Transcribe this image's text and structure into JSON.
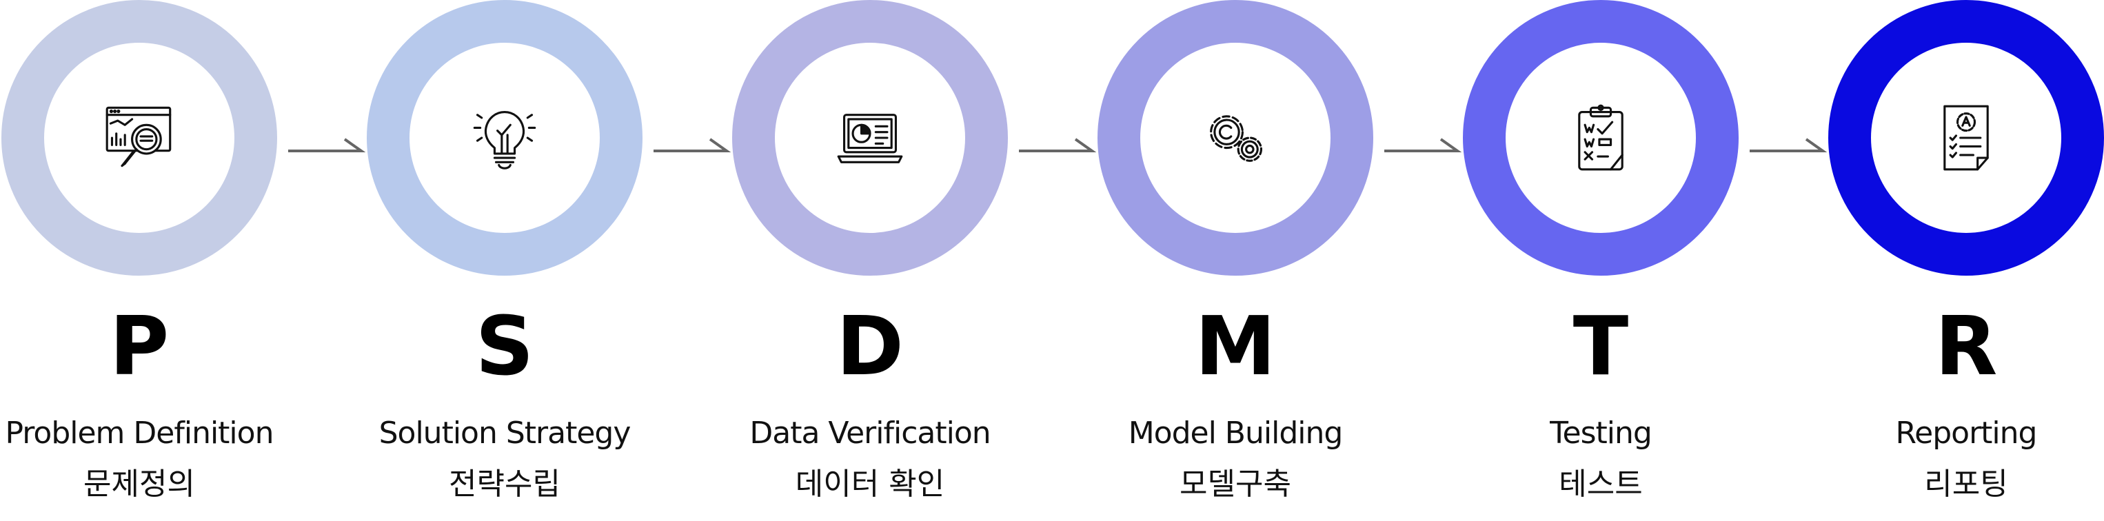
{
  "steps": [
    {
      "letter": "P",
      "name_en": "Problem Definition",
      "name_ko": "문제정의",
      "icon": "magnifier-analytics-icon",
      "color": "#c5cde6"
    },
    {
      "letter": "S",
      "name_en": "Solution Strategy",
      "name_ko": "전략수립",
      "icon": "lightbulb-icon",
      "color": "#b7c9ec"
    },
    {
      "letter": "D",
      "name_en": "Data Verification",
      "name_ko": "데이터 확인",
      "icon": "laptop-chart-icon",
      "color": "#b4b4e4"
    },
    {
      "letter": "M",
      "name_en": "Model Building",
      "name_ko": "모델구축",
      "icon": "gears-icon",
      "color": "#9d9ee6"
    },
    {
      "letter": "T",
      "name_en": "Testing",
      "name_ko": "테스트",
      "icon": "clipboard-checklist-icon",
      "color": "#6666f0"
    },
    {
      "letter": "R",
      "name_en": "Reporting",
      "name_ko": "리포팅",
      "icon": "report-document-icon",
      "color": "#0a0ae0"
    }
  ],
  "connector_color": "#666666"
}
